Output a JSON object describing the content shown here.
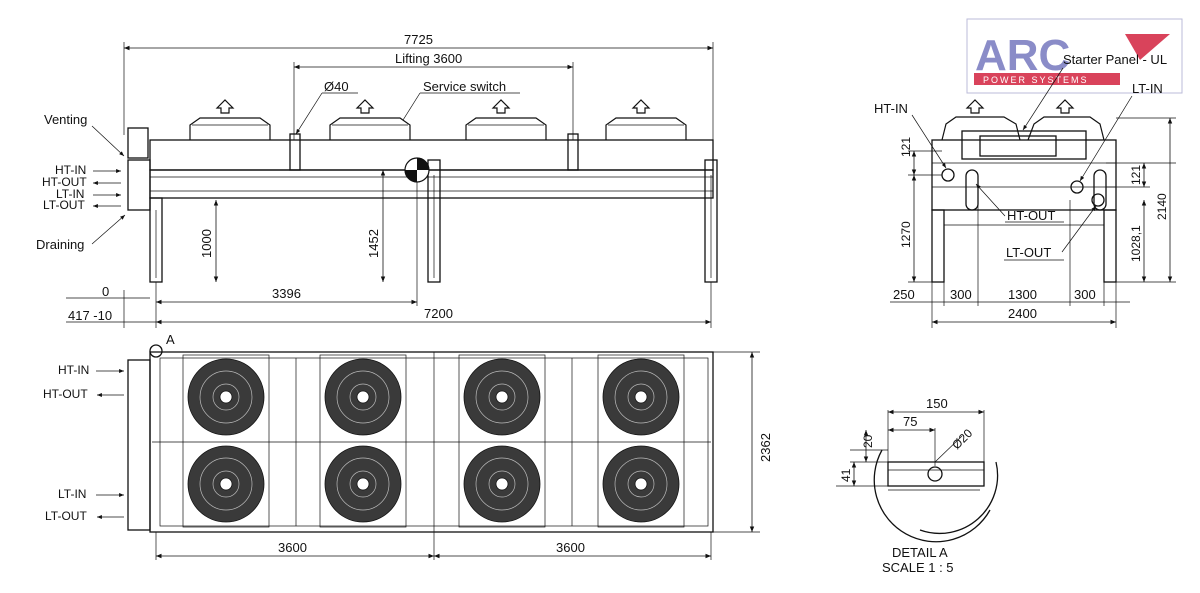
{
  "logo": {
    "brand": "ARC",
    "tagline": "POWER SYSTEMS",
    "colors": {
      "letters": "#8a8cc8",
      "band": "#d9435b",
      "accent": "#d9435b"
    }
  },
  "side_view": {
    "overall_length": "7725",
    "lifting": "Lifting 3600",
    "bolt_dia": "Ø40",
    "service_switch": "Service switch",
    "height_1000": "1000",
    "height_1452": "1452",
    "cog_x": "3396",
    "base_length": "7200",
    "zero": "0",
    "offset": "417 -10",
    "ports": {
      "venting": "Venting",
      "ht_in": "HT-IN",
      "ht_out": "HT-OUT",
      "lt_in": "LT-IN",
      "lt_out": "LT-OUT",
      "draining": "Draining"
    }
  },
  "end_view": {
    "starter_panel": "Starter Panel - UL",
    "ht_in": "HT-IN",
    "lt_in": "LT-IN",
    "ht_out": "HT-OUT",
    "lt_out": "LT-OUT",
    "d121_left": "121",
    "d1270": "1270",
    "d121_right": "121",
    "d2140": "2140",
    "d1028": "1028,1",
    "d250": "250",
    "d300_a": "300",
    "d1300": "1300",
    "d300_b": "300",
    "d2400": "2400"
  },
  "top_view": {
    "corner_label": "A",
    "width": "2362",
    "bay_1": "3600",
    "bay_2": "3600",
    "ports": {
      "ht_in": "HT-IN",
      "ht_out": "HT-OUT",
      "lt_in": "LT-IN",
      "lt_out": "LT-OUT"
    }
  },
  "detail": {
    "d150": "150",
    "d75": "75",
    "d20": "20",
    "hole": "Ø20",
    "d41": "41",
    "title": "DETAIL A",
    "scale": "SCALE 1 : 5"
  }
}
